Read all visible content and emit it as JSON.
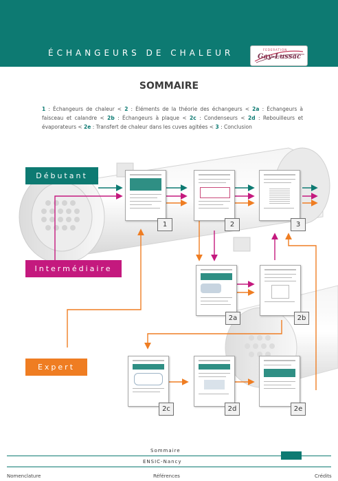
{
  "header": {
    "title": "ÉCHANGEURS DE CHALEUR",
    "logo_top": "FEDERATION",
    "logo_main": "Gay-Lussac"
  },
  "page": {
    "title": "SOMMAIRE"
  },
  "toc": [
    {
      "num": "1",
      "text": " : Échangeurs de chaleur < "
    },
    {
      "num": "2",
      "text": " : Éléments de la théorie des échangeurs < "
    },
    {
      "num": "2a",
      "text": " : Échangeurs à faisceau et calandre < "
    },
    {
      "num": "2b",
      "text": " : Échangeurs à plaque < "
    },
    {
      "num": "2c",
      "text": " : Condenseurs < "
    },
    {
      "num": "2d",
      "text": " : Rebouilleurs et évaporateurs < "
    },
    {
      "num": "2e",
      "text": " : Transfert de chaleur dans les cuves agitées < "
    },
    {
      "num": "3",
      "text": " : Conclusion"
    }
  ],
  "levels": {
    "debutant": "Débutant",
    "intermediaire": "Intermédiaire",
    "expert": "Expert"
  },
  "cards": {
    "c1": "1",
    "c2": "2",
    "c3": "3",
    "c2a": "2a",
    "c2b": "2b",
    "c2c": "2c",
    "c2d": "2d",
    "c2e": "2e"
  },
  "footer": {
    "sommaire": "Sommaire",
    "school": "ENSIC-Nancy",
    "nomenclature": "Nomenclature",
    "references": "Références",
    "credits": "Crédits"
  },
  "colors": {
    "teal": "#0d7a72",
    "magenta": "#c4197e",
    "orange": "#ef7d22"
  }
}
